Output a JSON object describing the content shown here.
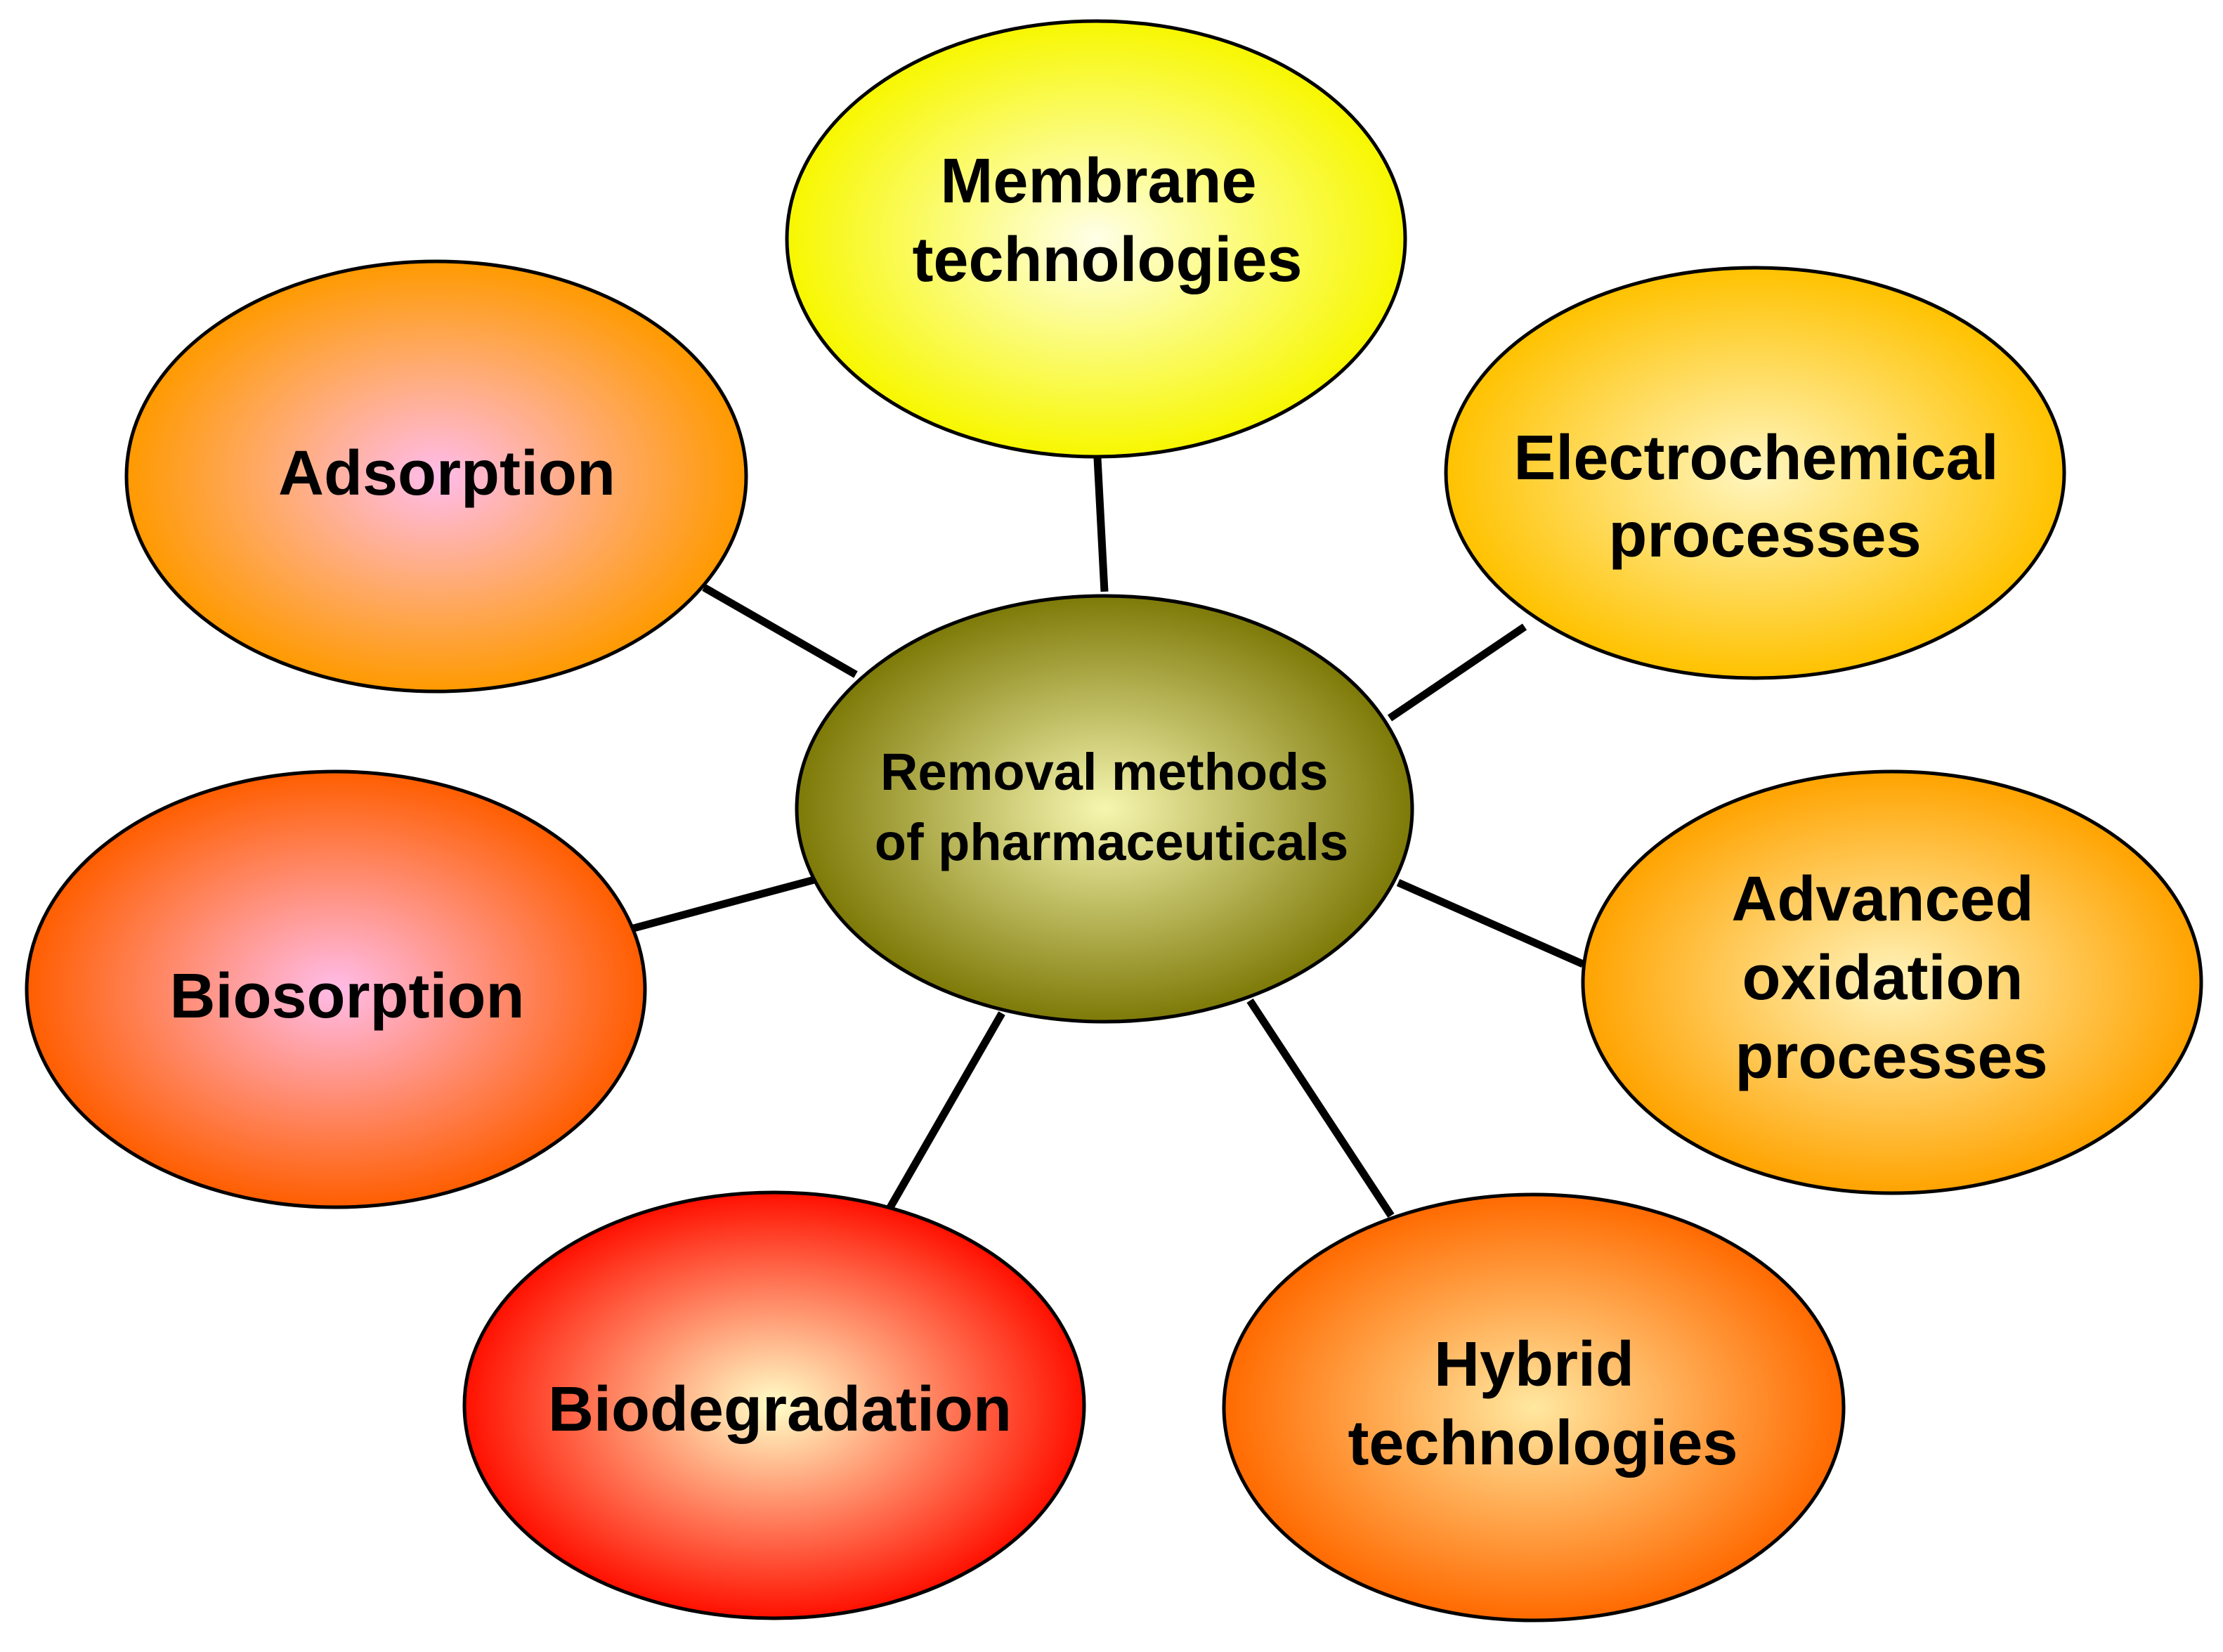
{
  "center": {
    "lines": [
      "Removal methods",
      "of pharmaceuticals"
    ],
    "colors": {
      "inner": "#f6f6b0",
      "outer": "#7e7a08"
    }
  },
  "nodes": [
    {
      "id": "membrane",
      "lines": [
        "Membrane",
        "technologies"
      ],
      "colors": {
        "inner": "#ffffe8",
        "outer": "#f7f700"
      }
    },
    {
      "id": "electrochemical",
      "lines": [
        "Electrochemical",
        "processes"
      ],
      "colors": {
        "inner": "#fff6c0",
        "outer": "#ffc200"
      }
    },
    {
      "id": "advanced-oxidation",
      "lines": [
        "Advanced",
        "oxidation",
        "processes"
      ],
      "colors": {
        "inner": "#fff4bc",
        "outer": "#ffa300"
      }
    },
    {
      "id": "hybrid",
      "lines": [
        "Hybrid",
        "technologies"
      ],
      "colors": {
        "inner": "#ffe8a0",
        "outer": "#ff6a00"
      }
    },
    {
      "id": "biodegradation",
      "lines": [
        "Biodegradation"
      ],
      "colors": {
        "inner": "#ffffc8",
        "outer": "#ff1000"
      }
    },
    {
      "id": "biosorption",
      "lines": [
        "Biosorption"
      ],
      "colors": {
        "inner": "#ffbce8",
        "outer": "#ff5e00"
      }
    },
    {
      "id": "adsorption",
      "lines": [
        "Adsorption"
      ],
      "colors": {
        "inner": "#ffbcea",
        "outer": "#ff9a00"
      }
    }
  ]
}
